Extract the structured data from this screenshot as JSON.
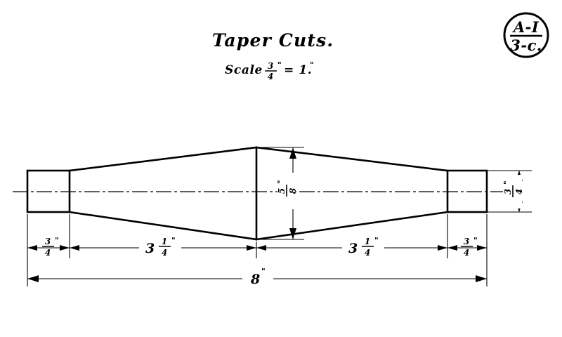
{
  "drawing": {
    "title": "Taper Cuts.",
    "scale_label": "Scale",
    "scale_value_num": "3",
    "scale_value_den": "4",
    "scale_value_inch": "\"",
    "scale_equals": "= 1.",
    "scale_equals_inch": "\"",
    "background_color": "#ffffff",
    "ink_color": "#000000"
  },
  "title_block": {
    "upper": "A-I",
    "lower": "3-c."
  },
  "dimensions": {
    "left_shoulder": {
      "whole": "",
      "num": "3",
      "den": "4",
      "inch": "\"",
      "value": "3/4\""
    },
    "left_taper": {
      "whole": "3",
      "num": "1",
      "den": "4",
      "inch": "\"",
      "value": "3 1/4\""
    },
    "right_taper": {
      "whole": "3",
      "num": "1",
      "den": "4",
      "inch": "\"",
      "value": "3 1/4\""
    },
    "right_shoulder": {
      "whole": "",
      "num": "3",
      "den": "4",
      "inch": "\"",
      "value": "3/4\""
    },
    "overall_length": {
      "whole": "8",
      "inch": "\"",
      "value": "8\""
    },
    "center_height": {
      "num": "5",
      "den": "8",
      "inch": "\"",
      "value": "5/8\""
    },
    "end_height": {
      "num": "3",
      "den": "4",
      "inch": "\"",
      "value": "3/4\""
    }
  }
}
